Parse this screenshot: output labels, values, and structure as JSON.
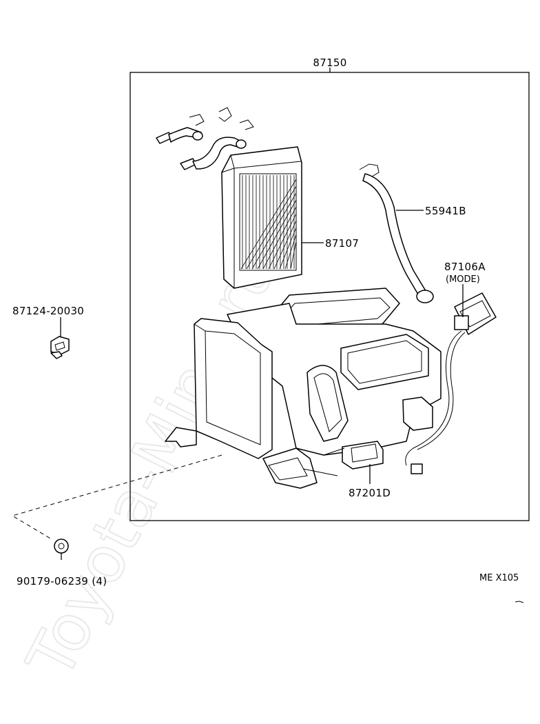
{
  "watermark": "Toyota-Mine.ru",
  "diagram_code": "ME X105",
  "parts": {
    "unit_assembly": "87150",
    "heater_core": "87107",
    "hose": "55941B",
    "servo": "87106A",
    "servo_note": "(MODE)",
    "resistor": "87201D",
    "clip": "87124-20030",
    "nut": "90179-06239 (4)"
  },
  "colors": {
    "line": "#000000",
    "watermark": "#e9e9e9",
    "background": "#ffffff"
  }
}
